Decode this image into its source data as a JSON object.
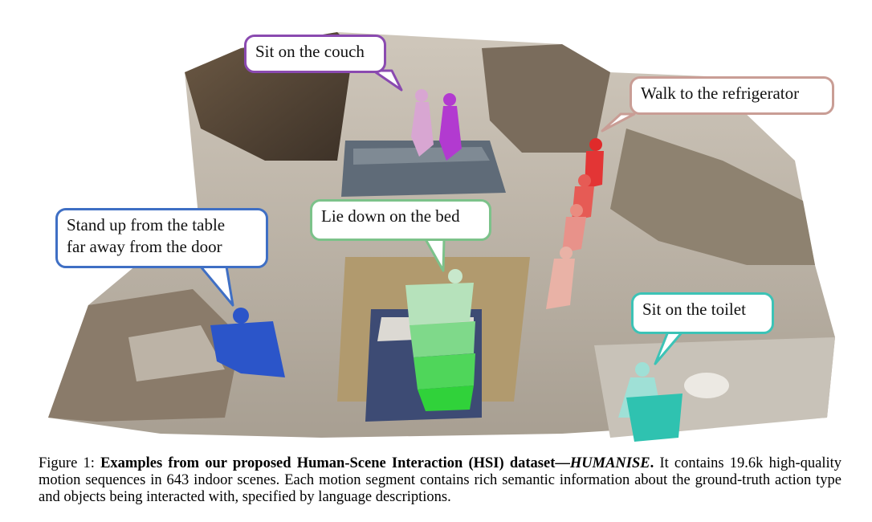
{
  "figure": {
    "bubbles": [
      {
        "id": "couch",
        "lines": [
          "Sit on the couch"
        ],
        "color": "#8a4ab0"
      },
      {
        "id": "fridge",
        "lines": [
          "Walk to the refrigerator"
        ],
        "color": "#c99d95"
      },
      {
        "id": "table",
        "lines": [
          "Stand up from the table",
          "far away from the door"
        ],
        "color": "#3f6fc4"
      },
      {
        "id": "bed",
        "lines": [
          "Lie down on the bed"
        ],
        "color": "#7cc28a"
      },
      {
        "id": "toilet",
        "lines": [
          "Sit on the toilet"
        ],
        "color": "#3cc3b6"
      }
    ],
    "human_colors": {
      "couch": [
        "#d8a6d2",
        "#b23ad0"
      ],
      "fridge": [
        "#e02a2a",
        "#e9b2a6"
      ],
      "table": "#2b55c9",
      "bed": [
        "#30d23a",
        "#c8e8cc"
      ],
      "toilet": [
        "#2fc2b0",
        "#9fe0d6"
      ]
    }
  },
  "caption": {
    "label": "Figure 1:",
    "bold_text": "Examples from our proposed Human-Scene Interaction (HSI) dataset—",
    "italic_bold": "HUMANISE",
    "period": ".",
    "rest": "It contains 19.6k high-quality motion sequences in 643 indoor scenes. Each motion segment contains rich semantic information about the ground-truth action type and objects being interacted with, specified by language descriptions."
  }
}
